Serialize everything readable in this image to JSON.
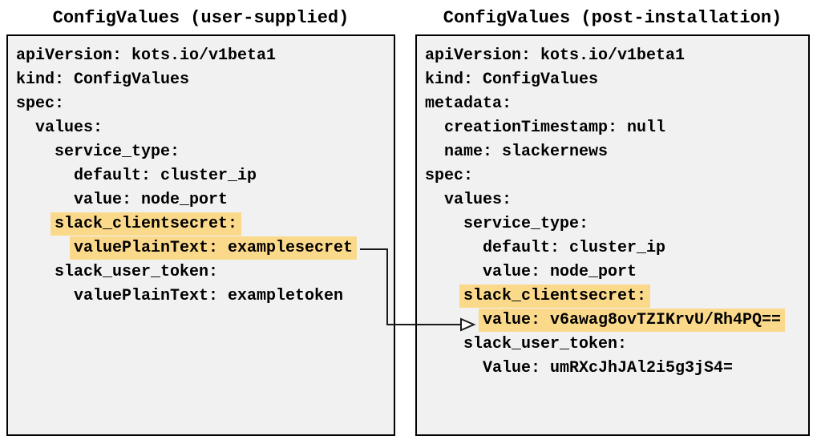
{
  "colors": {
    "highlight": "#FBD98B",
    "panel_bg": "#F1F1F1",
    "panel_border": "#000000",
    "text": "#000000",
    "arrow": "#1A1A1A"
  },
  "left_panel": {
    "title": "ConfigValues (user-supplied)",
    "lines": [
      {
        "indent": 0,
        "text": "apiVersion: kots.io/v1beta1",
        "highlight": false
      },
      {
        "indent": 0,
        "text": "kind: ConfigValues",
        "highlight": false
      },
      {
        "indent": 0,
        "text": "spec:",
        "highlight": false
      },
      {
        "indent": 1,
        "text": "values:",
        "highlight": false
      },
      {
        "indent": 2,
        "text": "service_type:",
        "highlight": false
      },
      {
        "indent": 3,
        "text": "default: cluster_ip",
        "highlight": false
      },
      {
        "indent": 3,
        "text": "value: node_port",
        "highlight": false
      },
      {
        "indent": 2,
        "text": "slack_clientsecret:",
        "highlight": true
      },
      {
        "indent": 3,
        "text": "valuePlainText: examplesecret",
        "highlight": true
      },
      {
        "indent": 2,
        "text": "slack_user_token:",
        "highlight": false
      },
      {
        "indent": 3,
        "text": "valuePlainText: exampletoken",
        "highlight": false
      }
    ]
  },
  "right_panel": {
    "title": "ConfigValues (post-installation)",
    "lines": [
      {
        "indent": 0,
        "text": "apiVersion: kots.io/v1beta1",
        "highlight": false
      },
      {
        "indent": 0,
        "text": "kind: ConfigValues",
        "highlight": false
      },
      {
        "indent": 0,
        "text": "metadata:",
        "highlight": false
      },
      {
        "indent": 1,
        "text": "creationTimestamp: null",
        "highlight": false
      },
      {
        "indent": 1,
        "text": "name: slackernews",
        "highlight": false
      },
      {
        "indent": 0,
        "text": "spec:",
        "highlight": false
      },
      {
        "indent": 1,
        "text": "values:",
        "highlight": false
      },
      {
        "indent": 2,
        "text": "service_type:",
        "highlight": false
      },
      {
        "indent": 3,
        "text": "default: cluster_ip",
        "highlight": false
      },
      {
        "indent": 3,
        "text": "value: node_port",
        "highlight": false
      },
      {
        "indent": 2,
        "text": "slack_clientsecret:",
        "highlight": true
      },
      {
        "indent": 3,
        "text": "value: v6awag8ovTZIKrvU/Rh4PQ==",
        "highlight": true
      },
      {
        "indent": 2,
        "text": "slack_user_token:",
        "highlight": false
      },
      {
        "indent": 3,
        "text": "Value: umRXcJhJAl2i5g3jS4=",
        "highlight": false
      }
    ]
  },
  "arrow": {
    "connects_from": "valuePlainText: examplesecret",
    "connects_to": "value: v6awag8ovTZIKrvU/Rh4PQ=="
  }
}
